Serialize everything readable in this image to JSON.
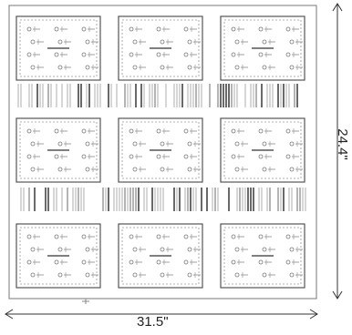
{
  "diagram": {
    "width_dimension": "31.5\"",
    "height_dimension": "24.4\"",
    "panel_rows": 3,
    "panel_cols": 3,
    "stroke_color": "#555555",
    "dim_color": "#333333"
  }
}
